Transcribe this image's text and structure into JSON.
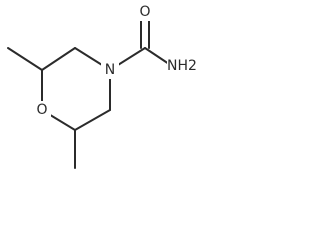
{
  "molecule": {
    "atoms": {
      "o_carbonyl": "O",
      "nh2": "NH2",
      "n_ring": "N",
      "o_ring": "O"
    }
  }
}
